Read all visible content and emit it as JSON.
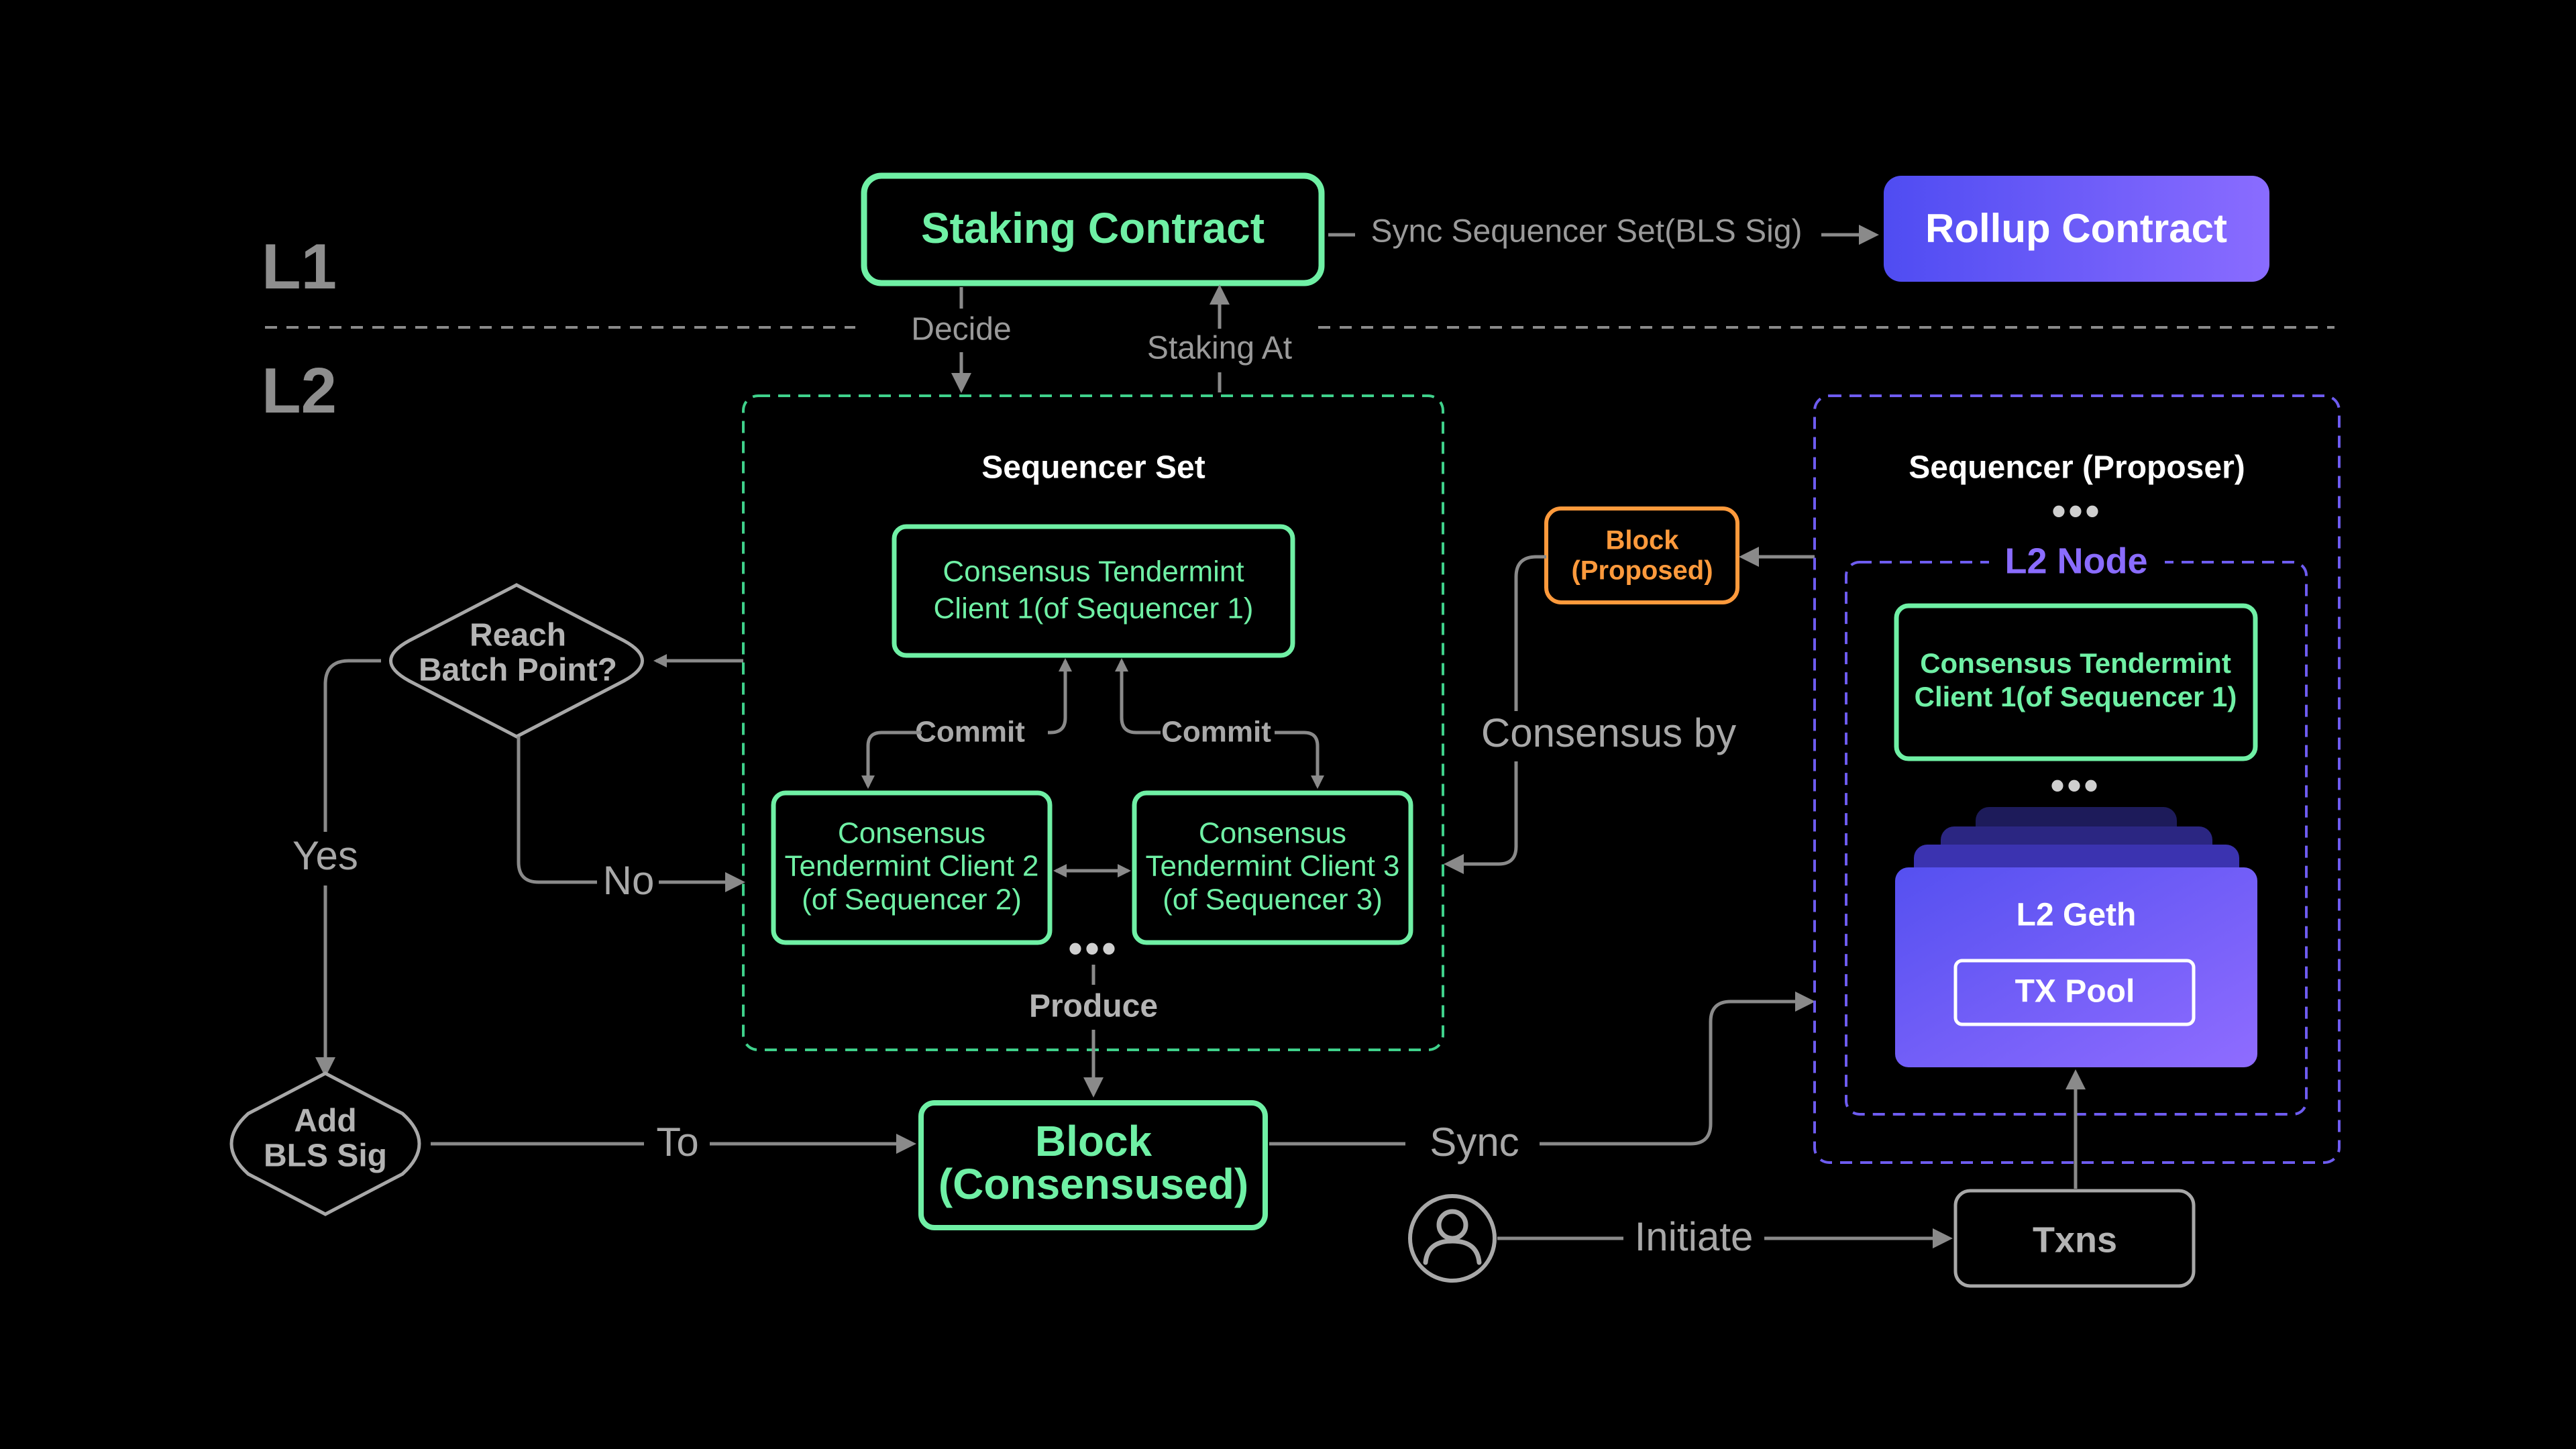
{
  "layers": {
    "l1": "L1",
    "l2": "L2"
  },
  "staking_contract": {
    "label": "Staking Contract"
  },
  "sync_sequencer_set": {
    "label": "Sync Sequencer Set(BLS Sig)"
  },
  "rollup_contract": {
    "label": "Rollup Contract"
  },
  "decide": {
    "label": "Decide"
  },
  "staking_at": {
    "label": "Staking At"
  },
  "sequencer_set": {
    "title": "Sequencer Set",
    "client1": {
      "line1": "Consensus Tendermint",
      "line2": "Client 1(of Sequencer 1)"
    },
    "client2": {
      "line1": "Consensus",
      "line2": "Tendermint Client 2",
      "line3": "(of Sequencer 2)"
    },
    "client3": {
      "line1": "Consensus",
      "line2": "Tendermint Client 3",
      "line3": "(of Sequencer 3)"
    },
    "commit_left": "Commit",
    "commit_right": "Commit",
    "dots": "•••",
    "produce": "Produce"
  },
  "decisions": {
    "reach_batch": {
      "line1": "Reach",
      "line2": "Batch Point?"
    },
    "add_bls": {
      "line1": "Add",
      "line2": "BLS Sig"
    }
  },
  "edge_labels": {
    "yes": "Yes",
    "no": "No",
    "to": "To",
    "sync": "Sync",
    "initiate": "Initiate",
    "consensus_by": "Consensus by"
  },
  "block_consensused": {
    "line1": "Block",
    "line2": "(Consensused)"
  },
  "block_proposed": {
    "line1": "Block",
    "line2": "(Proposed)"
  },
  "sequencer_proposer": {
    "title": "Sequencer (Proposer)",
    "dots_top": "•••",
    "l2_node": "L2 Node",
    "client1": {
      "line1": "Consensus Tendermint",
      "line2": "Client 1(of Sequencer 1)"
    },
    "dots_mid": "•••",
    "l2_geth": "L2 Geth",
    "tx_pool": "TX Pool"
  },
  "txns": {
    "label": "Txns"
  },
  "user": {
    "icon": "user-icon"
  },
  "colors": {
    "background": "#000000",
    "green": "#6ff0a5",
    "purple": "#8a6cff",
    "orange": "#ff9a3c",
    "gray": "#8a8a8a"
  }
}
